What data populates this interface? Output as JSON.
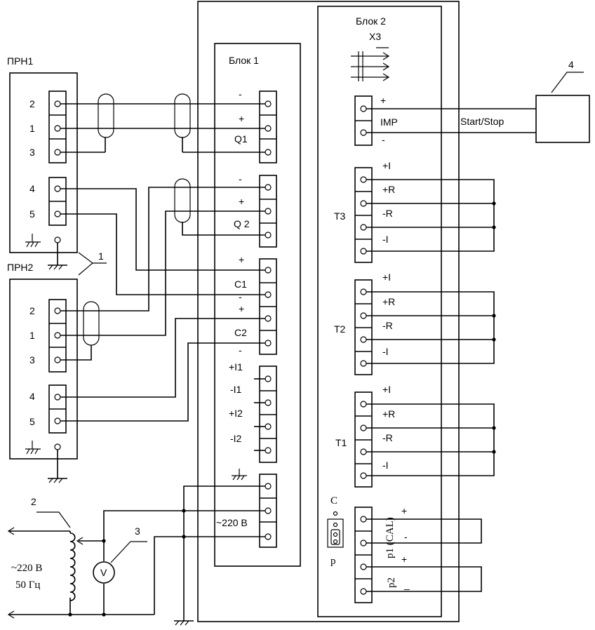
{
  "prn1": {
    "title": "ПРН1",
    "pins": [
      "2",
      "1",
      "3",
      "4",
      "5"
    ]
  },
  "prn2": {
    "title": "ПРН2",
    "pins": [
      "2",
      "1",
      "3",
      "4",
      "5"
    ]
  },
  "block1": {
    "title": "Блок 1",
    "q1": {
      "minus": "-",
      "plus": "+",
      "name": "Q1"
    },
    "q2": {
      "minus": "-",
      "plus": "+",
      "name": "Q 2"
    },
    "c": {
      "plus1": "+",
      "c1": "C1",
      "minus1": "-",
      "plus2": "+",
      "c2": "C2",
      "minus2": "-"
    },
    "current": [
      "+I1",
      "-I1",
      "+I2",
      "-I2"
    ],
    "power": "~220 B"
  },
  "block2": {
    "title": "Блок 2",
    "x3": "X3",
    "imp": {
      "plus": "+",
      "label": "IMP",
      "minus": "-"
    },
    "startstop": "Start/Stop",
    "groups": [
      {
        "name": "T3",
        "labels": [
          "+I",
          "+R",
          "-R",
          "-I"
        ]
      },
      {
        "name": "T2",
        "labels": [
          "+I",
          "+R",
          "-R",
          "-I"
        ]
      },
      {
        "name": "T1",
        "labels": [
          "+I",
          "+R",
          "-R",
          "-I"
        ]
      }
    ],
    "switch": {
      "c": "C",
      "p": "p"
    },
    "p1": {
      "label": "p1 (CAL)",
      "plus": "+",
      "minus": "-"
    },
    "p2": {
      "label": "p2",
      "plus": "+",
      "minus": "_"
    }
  },
  "source": {
    "line1": "~220 B",
    "line2": "50 Гц"
  },
  "voltmeter": "V",
  "callouts": [
    "1",
    "2",
    "3",
    "4"
  ]
}
